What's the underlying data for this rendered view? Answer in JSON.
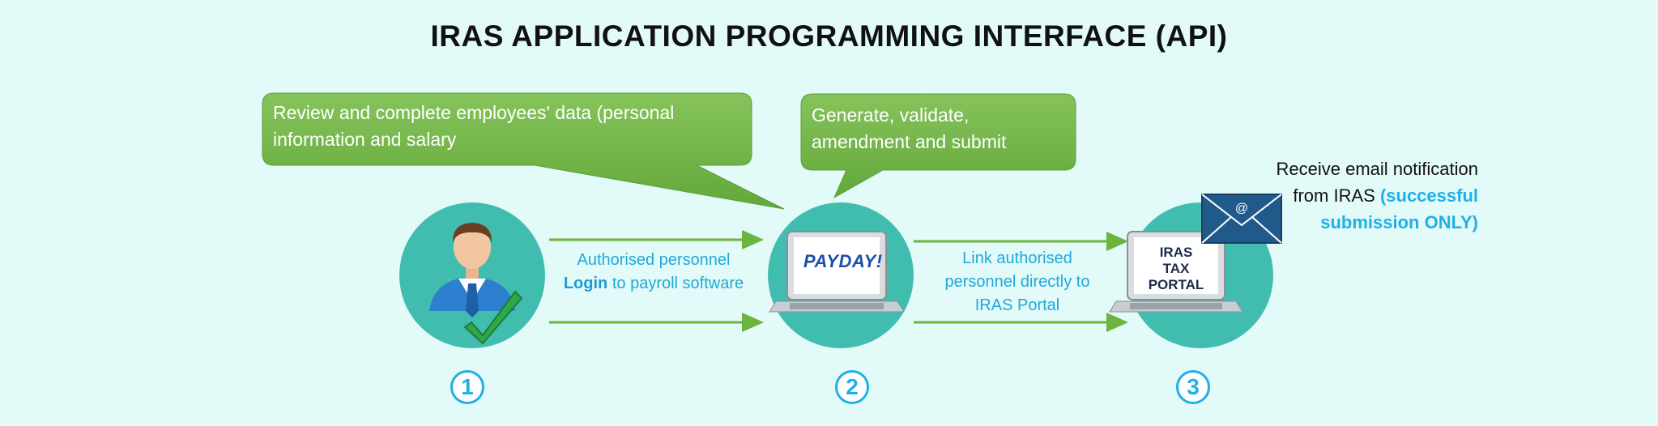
{
  "title": "IRAS APPLICATION PROGRAMMING INTERFACE (API)",
  "callouts": {
    "review": "Review and complete employees' data (personal information and salary",
    "generate_line1": "Generate, validate,",
    "generate_line2": "amendment and submit"
  },
  "flow": {
    "login_line1": "Authorised personnel",
    "login_bold": "Login",
    "login_rest": " to payroll software",
    "link_line1": "Link authorised",
    "link_line2": "personnel directly to",
    "link_line3": "IRAS Portal"
  },
  "notification": {
    "line1": "Receive email notification",
    "line2_plain": "from IRAS ",
    "line2_highlight": "(successful",
    "line3_highlight": "submission ONLY)"
  },
  "logos": {
    "payday": "PAYDAY!",
    "iras_line1": "IRAS",
    "iras_line2": "TAX PORTAL"
  },
  "steps": [
    "1",
    "2",
    "3"
  ],
  "colors": {
    "background": "#e2faf8",
    "callout_green": "#72b64a",
    "circle_teal": "#41bdb0",
    "arrow_green": "#6cb33f",
    "text_blue": "#1fa9d9"
  },
  "icons": [
    "user-checkmark-icon",
    "laptop-icon",
    "envelope-icon"
  ]
}
